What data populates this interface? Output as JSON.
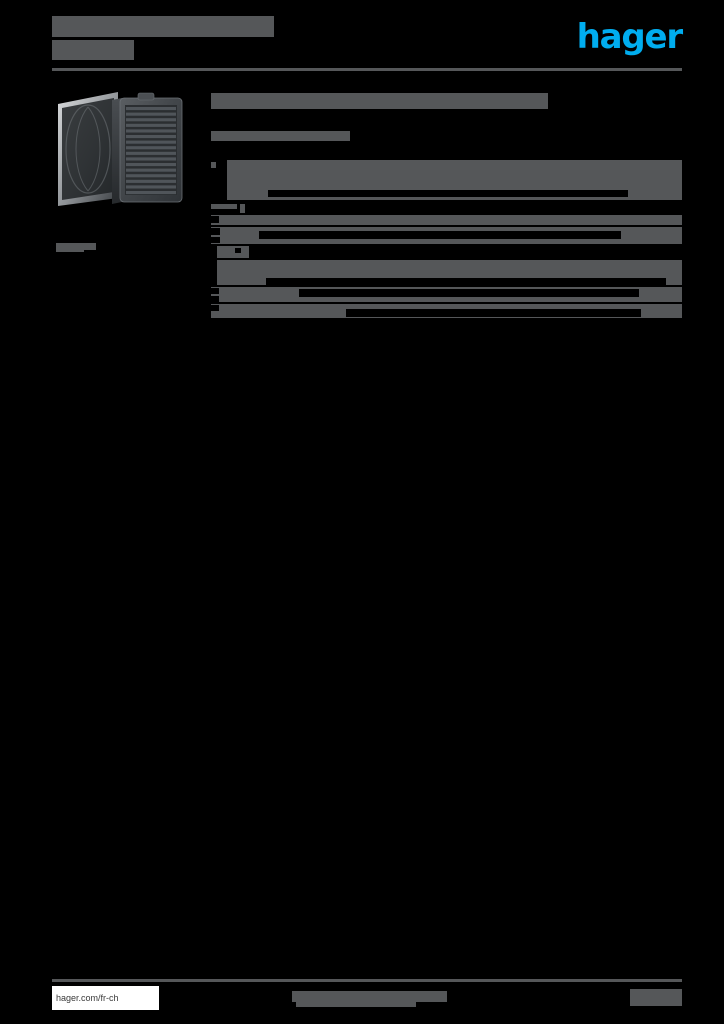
{
  "document": {
    "kind": "product-datasheet",
    "page_background": "#000000",
    "redaction_color": "#555759",
    "brand_color": "#00ADEF"
  },
  "header": {
    "title_line1": "",
    "title_line2": "",
    "logo_text": "hager"
  },
  "product": {
    "image_alt": "filter-fan-unit",
    "caption_line1": "",
    "caption_line2": ""
  },
  "content": {
    "heading": "",
    "subheading": ""
  },
  "spec_table": {
    "rows": [
      {
        "label": "",
        "value": ""
      },
      {
        "label": "",
        "value": ""
      },
      {
        "label": "",
        "value": ""
      },
      {
        "label": "",
        "value": ""
      },
      {
        "label": "",
        "value": ""
      },
      {
        "label": "",
        "value": ""
      },
      {
        "label": "",
        "value": ""
      },
      {
        "label": "",
        "value": ""
      },
      {
        "label": "",
        "value": ""
      },
      {
        "label": "",
        "value": ""
      },
      {
        "label": "",
        "value": ""
      },
      {
        "label": "",
        "value": ""
      }
    ]
  },
  "footer": {
    "url": "hager.com/fr-ch",
    "center_text": "",
    "center_subtext": "",
    "page_number": ""
  }
}
